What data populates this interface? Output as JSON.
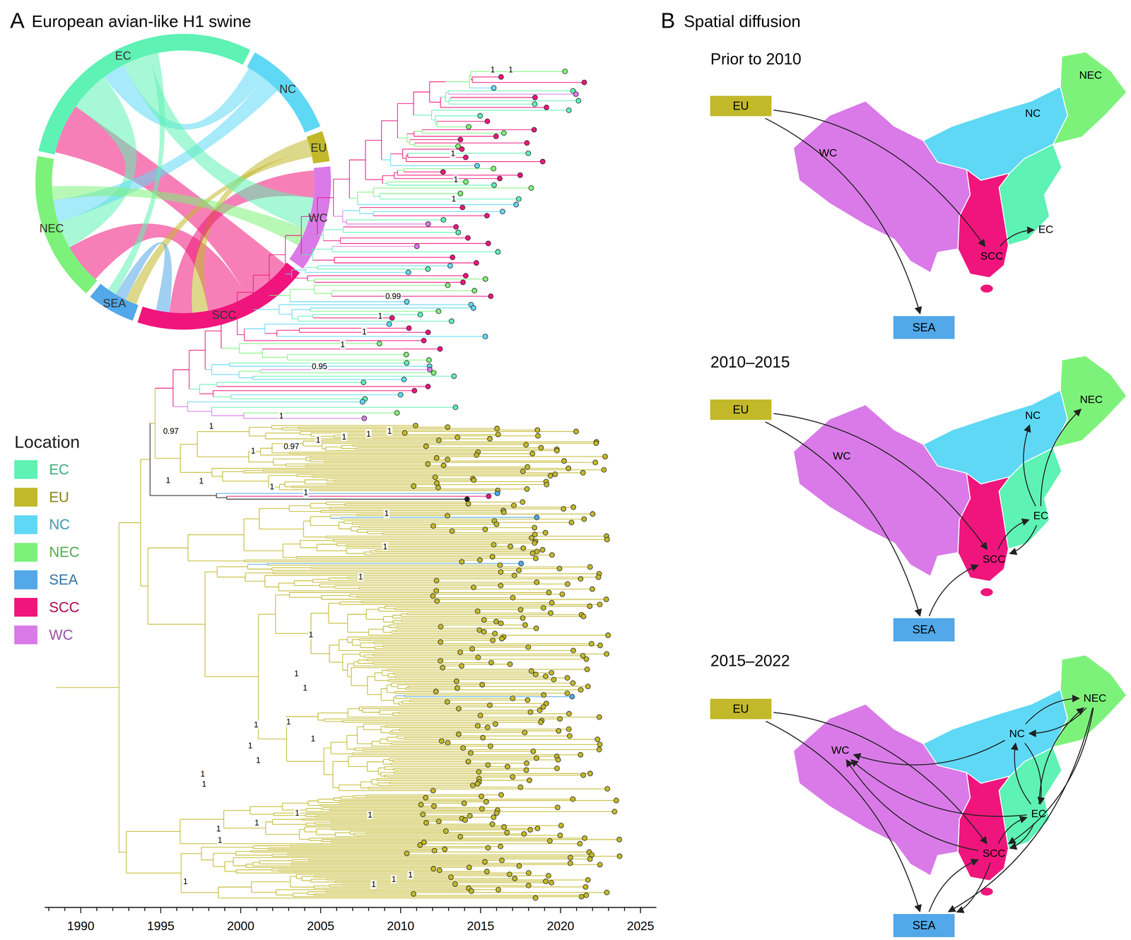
{
  "diagram": {
    "nodes": [
      {
        "text": [
          "EU"
        ]
      },
      {
        "text": [
          "NEC"
        ]
      },
      {
        "text": [
          "NC"
        ]
      },
      {
        "text": [
          "WC"
        ]
      },
      {
        "text": [
          "EC"
        ]
      },
      {
        "text": [
          "SCC"
        ]
      },
      {
        "text": [
          "SEA"
        ]
      },
      {
        "text": [
          "EU"
        ]
      },
      {
        "text": [
          "NEC"
        ]
      },
      {
        "text": [
          "NC"
        ]
      },
      {
        "text": [
          "WC"
        ]
      },
      {
        "text": [
          "EC"
        ]
      },
      {
        "text": [
          "SCC"
        ]
      },
      {
        "text": [
          "SEA"
        ]
      },
      {
        "text": [
          "EU"
        ]
      },
      {
        "text": [
          "NEC"
        ]
      },
      {
        "text": [
          "NC"
        ]
      },
      {
        "text": [
          "WC"
        ]
      },
      {
        "text": [
          "EC"
        ]
      },
      {
        "text": [
          "SCC"
        ]
      },
      {
        "text": [
          "SEA"
        ]
      }
    ],
    "edges": [
      {
        "from": 0,
        "to": 5,
        "arrow": "to"
      },
      {
        "from": 0,
        "to": 6,
        "arrow": "to"
      },
      {
        "from": 5,
        "to": 4,
        "arrow": "to"
      },
      {
        "from": 7,
        "to": 12,
        "arrow": "to"
      },
      {
        "from": 7,
        "to": 13,
        "arrow": "to"
      },
      {
        "from": 13,
        "to": 12,
        "arrow": "to"
      },
      {
        "from": 12,
        "to": 11,
        "arrow": "to"
      },
      {
        "from": 11,
        "to": 12,
        "arrow": "to"
      },
      {
        "from": 11,
        "to": 9,
        "arrow": "to"
      },
      {
        "from": 11,
        "to": 8,
        "arrow": "to"
      },
      {
        "from": 14,
        "to": 19,
        "arrow": "to"
      },
      {
        "from": 14,
        "to": 20,
        "arrow": "to"
      },
      {
        "from": 16,
        "to": 17,
        "arrow": "to"
      },
      {
        "from": 16,
        "to": 15,
        "arrow": "to"
      },
      {
        "from": 15,
        "to": 16,
        "arrow": "to"
      },
      {
        "from": 18,
        "to": 16,
        "arrow": "to"
      },
      {
        "from": 16,
        "to": 18,
        "arrow": "to"
      },
      {
        "from": 18,
        "to": 17,
        "arrow": "to"
      },
      {
        "from": 19,
        "to": 17,
        "arrow": "to"
      },
      {
        "from": 18,
        "to": 15,
        "arrow": "to"
      },
      {
        "from": 15,
        "to": 19,
        "arrow": "to"
      },
      {
        "from": 15,
        "to": 20,
        "arrow": "to"
      },
      {
        "from": 20,
        "to": 19,
        "arrow": "to"
      },
      {
        "from": 19,
        "to": 20,
        "arrow": "to"
      },
      {
        "from": 19,
        "to": 18,
        "arrow": "to"
      },
      {
        "from": 18,
        "to": 19,
        "arrow": "to"
      }
    ],
    "labels": [
      "A",
      "European avian-like H1 swine",
      "EC",
      "NC",
      "EU",
      "WC",
      "SCC",
      "SEA",
      "NEC",
      "Location",
      "1",
      "1",
      "1",
      "1",
      "1",
      "0.99",
      "1",
      "1",
      "1",
      "0.95",
      "1",
      "1",
      "0.97",
      "1",
      "1",
      "1",
      "1",
      "0.97",
      "1",
      "1",
      "1",
      "1",
      "1",
      "1",
      "1",
      "1",
      "1",
      "1",
      "1",
      "1",
      "1",
      "1",
      "1",
      "1",
      "1",
      "1",
      "1",
      "1",
      "1",
      "1",
      "1",
      "1",
      "1",
      "1",
      "1",
      "1990",
      "1995",
      "2000",
      "2005",
      "2010",
      "2015",
      "2020",
      "2025",
      "B",
      "Spatial diffusion",
      "Prior to 2010",
      "2010–2015",
      "2015–2022"
    ],
    "legend": [
      {
        "text": "EC",
        "color": "#5ef2b4"
      },
      {
        "text": "EU",
        "color": "#c2b82a"
      },
      {
        "text": "NC",
        "color": "#5fd8f5"
      },
      {
        "text": "NEC",
        "color": "#7df27a"
      },
      {
        "text": "SEA",
        "color": "#52a8e8"
      },
      {
        "text": "SCC",
        "color": "#f0157c"
      },
      {
        "text": "WC",
        "color": "#d97ae8"
      }
    ]
  }
}
